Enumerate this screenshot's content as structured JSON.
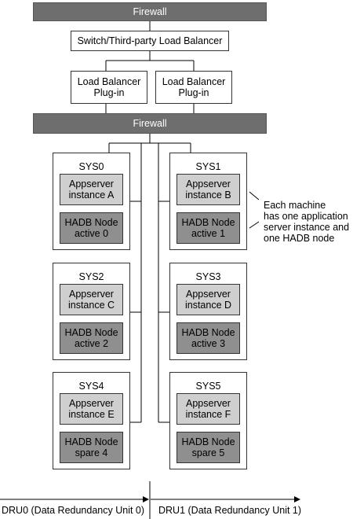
{
  "firewall_top": "Firewall",
  "switch": "Switch/Third-party Load Balancer",
  "plugins": [
    "Load Balancer\nPlug-in",
    "Load Balancer\nPlug-in"
  ],
  "firewall_mid": "Firewall",
  "systems": [
    {
      "name": "SYS0",
      "app": "Appserver\ninstance A",
      "hadb": "HADB Node\nactive 0"
    },
    {
      "name": "SYS1",
      "app": "Appserver\ninstance B",
      "hadb": "HADB Node\nactive 1"
    },
    {
      "name": "SYS2",
      "app": "Appserver\ninstance C",
      "hadb": "HADB Node\nactive 2"
    },
    {
      "name": "SYS3",
      "app": "Appserver\ninstance D",
      "hadb": "HADB Node\nactive 3"
    },
    {
      "name": "SYS4",
      "app": "Appserver\ninstance E",
      "hadb": "HADB Node\nspare 4"
    },
    {
      "name": "SYS5",
      "app": "Appserver\ninstance F",
      "hadb": "HADB Node\nspare 5"
    }
  ],
  "annotation": "Each machine\nhas one application\nserver instance and\none HADB node",
  "dru0": "DRU0 (Data Redundancy Unit 0)",
  "dru1": "DRU1 (Data Redundancy Unit 1)"
}
